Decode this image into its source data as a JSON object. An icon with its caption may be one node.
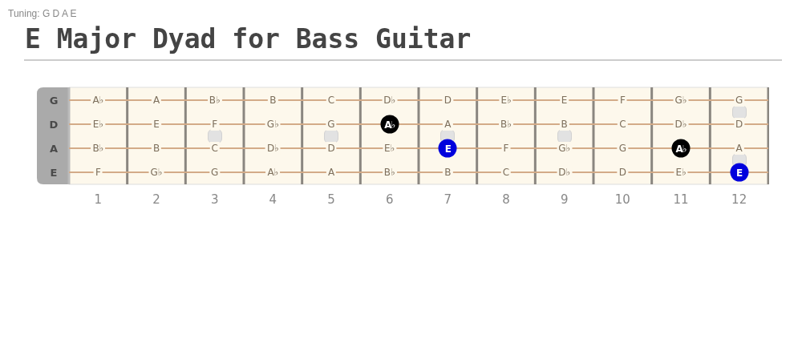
{
  "diagram": {
    "title": "E Major Dyad for Bass Guitar",
    "nodes": [
      {
        "text": [
          "A♭"
        ]
      },
      {
        "text": [
          "E"
        ]
      },
      {
        "text": [
          "A♭"
        ]
      },
      {
        "text": [
          "E"
        ]
      }
    ],
    "labels": [
      "Tuning: G D A E",
      "G",
      "A♭",
      "A",
      "B♭",
      "B",
      "C",
      "D♭",
      "D",
      "E♭",
      "E",
      "F",
      "G♭",
      "G",
      "D",
      "E♭",
      "E",
      "F",
      "G♭",
      "G",
      "A",
      "B♭",
      "B",
      "C",
      "D♭",
      "D",
      "A",
      "B♭",
      "B",
      "C",
      "D♭",
      "D",
      "E♭",
      "F",
      "G♭",
      "G",
      "A",
      "E",
      "F",
      "G♭",
      "G",
      "A♭",
      "A",
      "B♭",
      "B",
      "C",
      "D♭",
      "D",
      "E♭",
      "1",
      "2",
      "3",
      "4",
      "5",
      "6",
      "7",
      "8",
      "9",
      "10",
      "11",
      "12"
    ]
  }
}
